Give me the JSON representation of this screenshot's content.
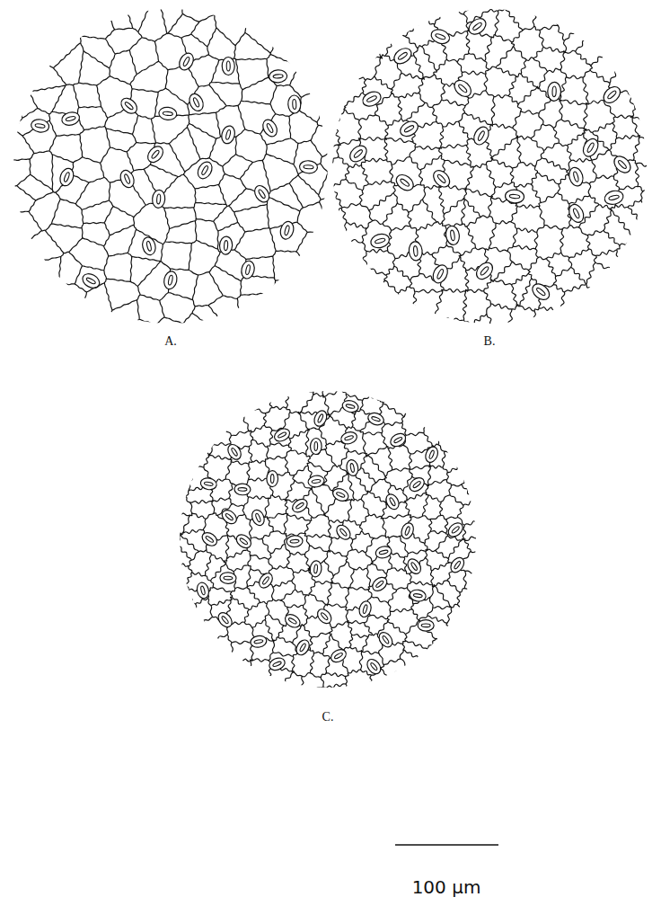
{
  "diagram": {
    "labels": [
      "A.",
      "B.",
      "C.",
      "100 μm"
    ]
  }
}
